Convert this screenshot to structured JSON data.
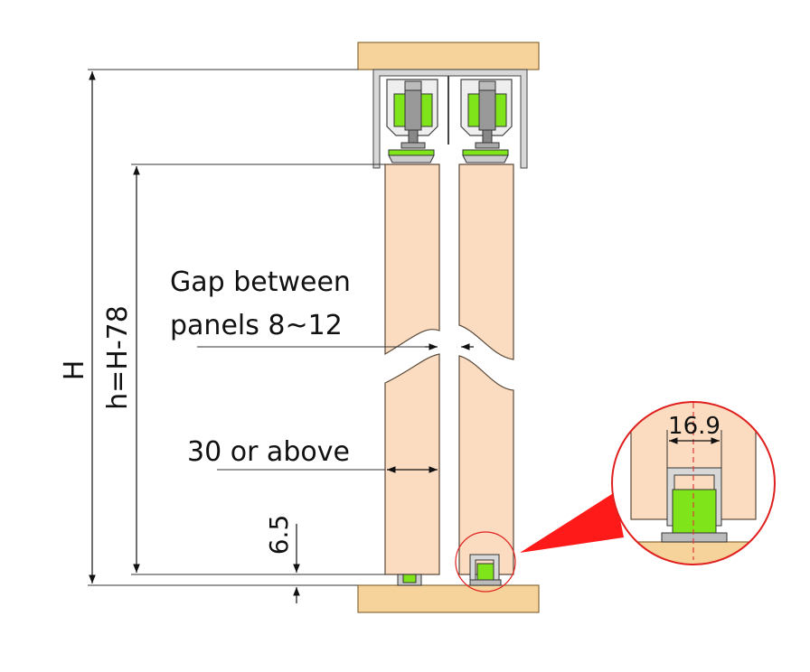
{
  "labels": {
    "H": "H",
    "h": "h=H-78",
    "gap_line1": "Gap between",
    "gap_line2": "panels 8~12",
    "thickness": "30 or above",
    "bottom_gap": "6.5",
    "detail_width": "16.9"
  },
  "colors": {
    "wood_rail": "#f6d39a",
    "wood_rail_stroke": "#8a6a3a",
    "panel": "#fbdcc0",
    "panel_stroke": "#5a4a3a",
    "aluminum": "#d8d8d8",
    "aluminum_stroke": "#444444",
    "green_part": "#7fe41a",
    "detail_circle": "#e0201e",
    "callout_fill": "#ff1a1a",
    "center_line": "#e03a3a"
  }
}
